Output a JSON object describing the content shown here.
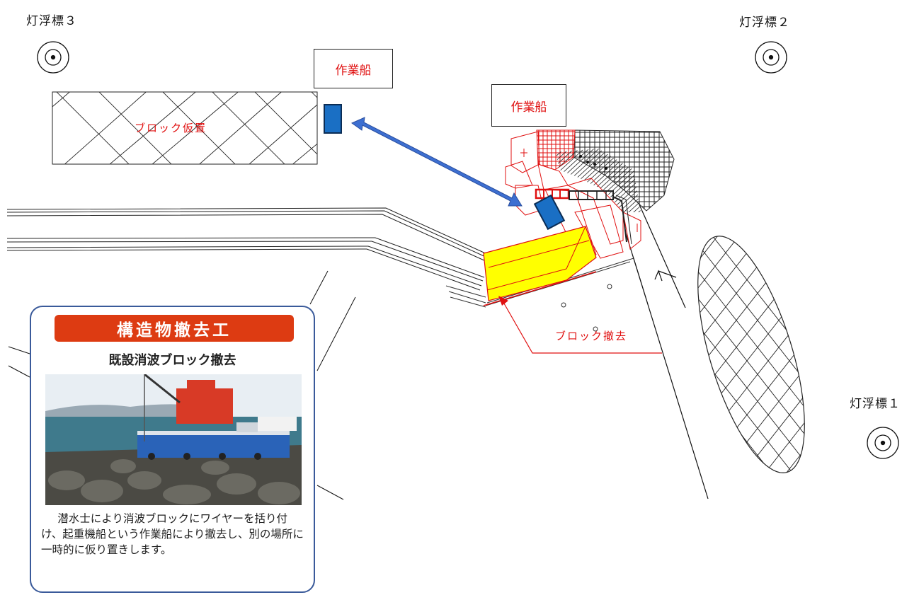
{
  "buoys": {
    "buoy_3": "灯浮標３",
    "buoy_2": "灯浮標２",
    "buoy_1": "灯浮標１"
  },
  "work_vessels": {
    "left_label": "作業船",
    "right_label": "作業船"
  },
  "zones": {
    "temporary_placement": "ブロック仮置",
    "block_removal": "ブロック撤去"
  },
  "info_card": {
    "title": "構造物撤去工",
    "subtitle": "既設消波ブロック撤去",
    "description": "潜水士により消波ブロックにワイヤーを括り付け、起重機船という作業船により撤去し、別の場所に一時的に仮り置きします。"
  },
  "colors": {
    "vessel_fill": "#1a6fc4",
    "arrow_fill": "#3d6fd1",
    "removal_fill": "#ffff00",
    "annotation_red": "#e01010",
    "card_title_bg": "#dd3b12",
    "card_border": "#3a5a9a"
  }
}
